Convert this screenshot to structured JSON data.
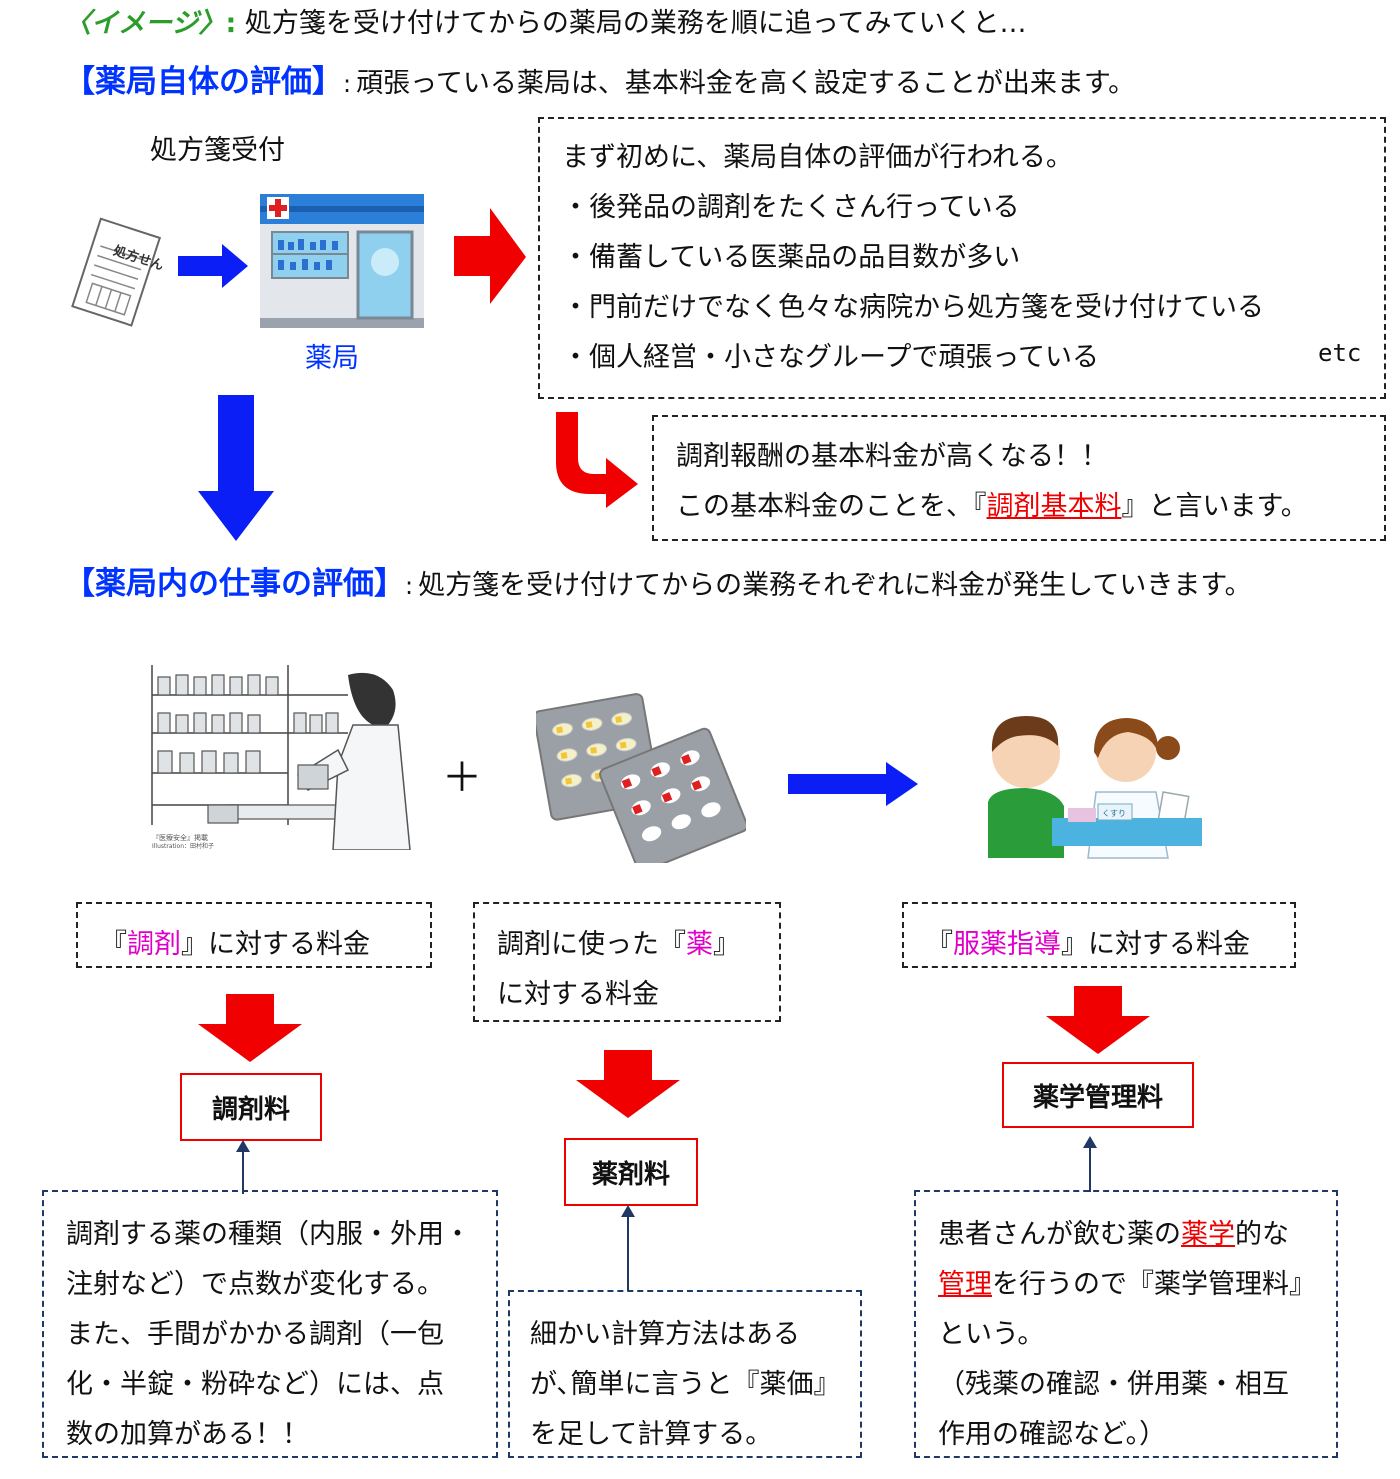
{
  "header": {
    "image_label": "〈イメージ〉",
    "image_colon": ":",
    "image_text": "処方箋を受け付けてからの薬局の業務を順に追ってみていくと…",
    "pharmacy_title": "【薬局自体の評価】",
    "pharmacy_colon": ":",
    "pharmacy_text": "頑張っている薬局は、基本料金を高く設定することが出来ます。"
  },
  "top": {
    "reception_label": "処方箋受付",
    "prescription_paper": "処方せん",
    "pharmacy_label": "薬局",
    "eval_box": {
      "line1": "まず初めに、薬局自体の評価が行われる。",
      "line2": "・後発品の調剤をたくさん行っている",
      "line3": "・備蓄している医薬品の品目数が多い",
      "line4": "・門前だけでなく色々な病院から処方箋を受け付けている",
      "line5": "・個人経営・小さなグループで頑張っている",
      "etc": "etc"
    },
    "result_box": {
      "line1": "調剤報酬の基本料金が高くなる！！",
      "line2_pre": "この基本料金のことを、『",
      "line2_term": "調剤基本料",
      "line2_post": "』と言います。"
    }
  },
  "middle": {
    "work_title": "【薬局内の仕事の評価】",
    "work_colon": ":",
    "work_text": "処方箋を受け付けてからの業務それぞれに料金が発生していきます。",
    "plus": "＋",
    "illustration_credit_1": "『医療安全』掲載",
    "illustration_credit_2": "Illustration：田村和子",
    "medicine_box_label": "くすり"
  },
  "columns": {
    "dispensing": {
      "box_pre": "『",
      "box_term": "調剤",
      "box_post": "』に対する料金",
      "fee": "調剤料",
      "note_line1": "調剤する薬の種類（内服・外用・",
      "note_line2": "注射など）で点数が変化する。",
      "note_line3": "また、手間がかかる調剤（一包",
      "note_line4": "化・半錠・粉砕など）には、点",
      "note_line5": "数の加算がある！！"
    },
    "drug": {
      "box_line1_pre": "調剤に使った『",
      "box_line1_term": "薬",
      "box_line1_post": "』",
      "box_line2": "に対する料金",
      "fee": "薬剤料",
      "note_line1": "細かい計算方法はある",
      "note_line2": "が､簡単に言うと『薬価』",
      "note_line3": "を足して計算する。"
    },
    "guidance": {
      "box_pre": "『",
      "box_term": "服薬指導",
      "box_post": "』に対する料金",
      "fee": "薬学管理料",
      "note_line1_pre": "患者さんが飲む薬の",
      "note_line1_term": "薬学",
      "note_line1_post": "的な",
      "note_line2_term": "管理",
      "note_line2_post": "を行うので『薬学管理料』",
      "note_line3": "という。",
      "note_line4": "（残薬の確認・併用薬・相互",
      "note_line5": "作用の確認など。）"
    }
  },
  "colors": {
    "blue_heading": "#0033ff",
    "red": "#e00000",
    "magenta": "#e000c8",
    "green": "#2a9d2a",
    "navy": "#1f3864"
  }
}
